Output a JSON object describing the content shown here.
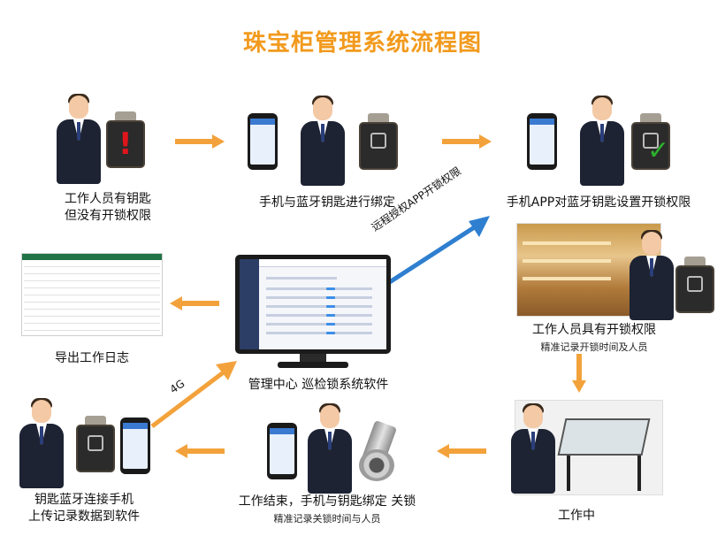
{
  "title": "珠宝柜管理系统流程图",
  "steps": {
    "s1_line1": "工作人员有钥匙",
    "s1_line2": "但没有开锁权限",
    "s2": "手机与蓝牙钥匙进行绑定",
    "s3": "手机APP对蓝牙钥匙设置开锁权限",
    "s4_main": "工作人员具有开锁权限",
    "s4_sub": "精准记录开锁时间及人员",
    "s5": "工作中",
    "s6_main": "工作结束，手机与钥匙绑定 关锁",
    "s6_sub": "精准记录关锁时间与人员",
    "s7_line1": "钥匙蓝牙连接手机",
    "s7_line2": "上传记录数据到软件",
    "center": "管理中心 巡检锁系统软件",
    "export": "导出工作日志"
  },
  "arrow_labels": {
    "remote": "远程授权APP开锁权限",
    "g4": "4G"
  },
  "marks": {
    "warning": "!",
    "check": "✓"
  },
  "colors": {
    "title": "#f29a1d",
    "arrow": "#f3a23b",
    "blue_arrow": "#2f7fd0",
    "warning": "#e0151c",
    "check": "#2bb12b"
  }
}
